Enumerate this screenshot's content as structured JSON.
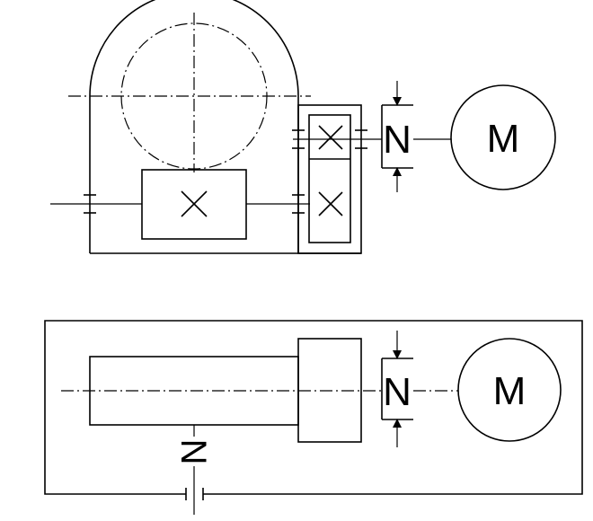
{
  "diagram": {
    "top": {
      "coupling_label": "N",
      "motor_label": "M"
    },
    "bottom": {
      "coupling_label": "N",
      "motor_label": "M",
      "vertical_label": "N"
    }
  },
  "colors": {
    "line": "#000000",
    "background": "#ffffff"
  }
}
